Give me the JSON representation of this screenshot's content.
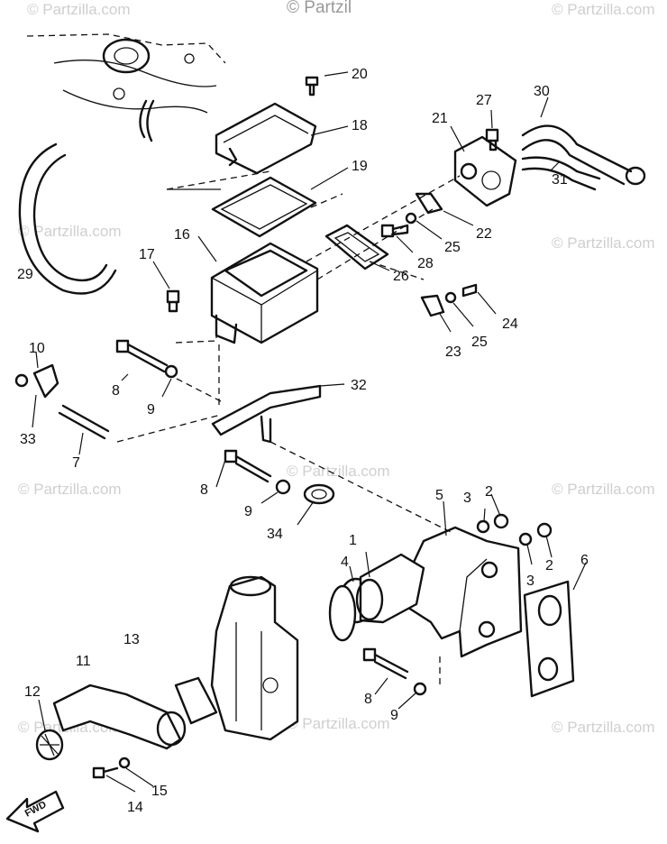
{
  "watermark": {
    "text": "© Partzilla.com",
    "top_text": "© Partzil"
  },
  "callouts": [
    "1",
    "2",
    "2",
    "3",
    "3",
    "4",
    "5",
    "6",
    "7",
    "8",
    "8",
    "8",
    "9",
    "9",
    "9",
    "10",
    "11",
    "12",
    "13",
    "14",
    "15",
    "16",
    "17",
    "18",
    "19",
    "20",
    "21",
    "22",
    "23",
    "24",
    "25",
    "25",
    "26",
    "27",
    "28",
    "29",
    "30",
    "31",
    "32",
    "33",
    "34"
  ],
  "direction_arrow": {
    "text": "FWD"
  },
  "colors": {
    "ink": "#111111",
    "paper": "#ffffff",
    "watermark": "#cfcfcf"
  }
}
